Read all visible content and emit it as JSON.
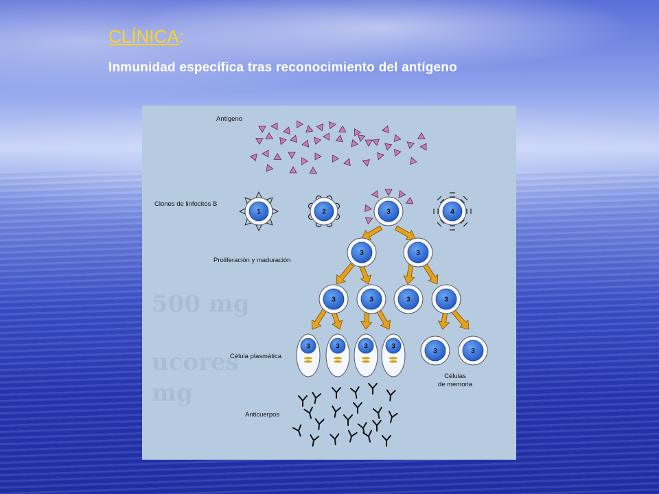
{
  "title": {
    "main": "CLÍNICA",
    "colon": ":"
  },
  "subtitle": "Inmunidad específica tras reconocimiento del antígeno",
  "diagram": {
    "labels": {
      "antigen": "Antígeno",
      "clones": "Clones de linfocitos B",
      "proliferation": "Proliferación y maduración",
      "plasma_cell": "Célula plasmática",
      "memory_line1": "Células",
      "memory_line2": "de memoria",
      "antibodies": "Anticuerpos"
    },
    "clone_numbers": [
      "1",
      "2",
      "3",
      "4"
    ],
    "cell_number": "3",
    "ghost_text": [
      "500 mg",
      "ucores",
      "mg"
    ],
    "colors": {
      "background": "#b7cbe0",
      "nucleus": "#2f6fd6",
      "arrow": "#e3a11c",
      "antigen": "#c77fb3"
    }
  }
}
